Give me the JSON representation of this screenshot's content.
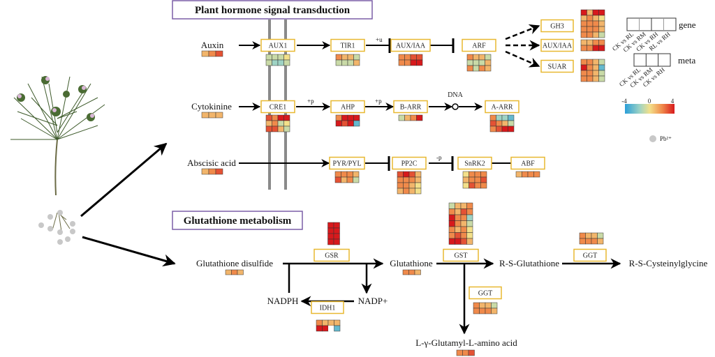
{
  "sections": {
    "hormone_title": "Plant hormone signal transduction",
    "glutathione_title": "Glutathione metabolism"
  },
  "colors": {
    "title_border": "#7b5ea7",
    "gene_box_border": "#e8b830",
    "membrane": "#8a8a8a",
    "arrow": "#000000",
    "pb_dot": "#c8c8c8",
    "scale_low": "#2b9fd8",
    "scale_mid": "#f3e08a",
    "scale_high": "#d7191c"
  },
  "hormone": {
    "auxin": {
      "ligand": "Auxin",
      "ligand_heat": [
        [
          1,
          2,
          3
        ]
      ],
      "genes": [
        {
          "id": "aux1",
          "label": "AUX1",
          "heat": [
            [
              -1,
              -1,
              -1,
              0
            ],
            [
              -1,
              -2,
              -2,
              -1
            ]
          ]
        },
        {
          "id": "tir1",
          "label": "TIR1",
          "heat": [
            [
              2,
              1,
              1,
              -1
            ],
            [
              -1,
              -1,
              -1,
              1
            ]
          ]
        },
        {
          "id": "auxiaa",
          "label": "AUX/IAA",
          "heat": [
            [
              2,
              2,
              3,
              3
            ],
            [
              2,
              2,
              4,
              4
            ]
          ]
        },
        {
          "id": "arf",
          "label": "ARF",
          "heat": [
            [
              2,
              1,
              1,
              -1
            ],
            [
              -1,
              -1,
              -1,
              1
            ],
            [
              2,
              -1,
              2,
              1
            ]
          ]
        }
      ],
      "targets": [
        {
          "id": "gh3",
          "label": "GH3",
          "heat": [
            [
              4,
              1,
              4,
              4
            ],
            [
              1,
              2,
              1,
              0
            ],
            [
              2,
              2,
              2,
              1
            ],
            [
              2,
              2,
              2,
              1
            ],
            [
              2,
              2,
              1,
              -1
            ]
          ]
        },
        {
          "id": "auxiaa2",
          "label": "AUX/IAA",
          "heat": [
            [
              1,
              1,
              2,
              2
            ],
            [
              2,
              2,
              4,
              4
            ]
          ]
        },
        {
          "id": "suar",
          "label": "SUAR",
          "heat": [
            [
              2,
              2,
              1,
              -1
            ],
            [
              4,
              2,
              1,
              -3
            ],
            [
              2,
              2,
              1,
              -1
            ],
            [
              2,
              2,
              1,
              -1
            ]
          ]
        }
      ],
      "modifier": "+u"
    },
    "cytokinine": {
      "ligand": "Cytokinine",
      "ligand_heat": [
        [
          1,
          1,
          1
        ]
      ],
      "genes": [
        {
          "id": "cre1",
          "label": "CRE1",
          "heat": [
            [
              3,
              2,
              4,
              4
            ],
            [
              1,
              2,
              -1,
              0
            ],
            [
              3,
              3,
              1,
              -1
            ]
          ]
        },
        {
          "id": "ahp",
          "label": "AHP",
          "heat": [
            [
              2,
              4,
              4,
              4
            ],
            [
              4,
              3,
              4,
              -3
            ]
          ]
        },
        {
          "id": "barr",
          "label": "B-ARR",
          "heat": [
            [
              -1,
              1,
              2,
              4
            ]
          ]
        },
        {
          "id": "aarr",
          "label": "A-ARR",
          "heat": [
            [
              2,
              -2,
              -2,
              -3
            ],
            [
              3,
              2,
              1,
              -1
            ],
            [
              2,
              3,
              4,
              4
            ]
          ]
        }
      ],
      "modifier1": "+p",
      "modifier2": "+p",
      "dna_label": "DNA"
    },
    "abscisic": {
      "ligand": "Abscisic acid",
      "ligand_heat": [
        [
          1,
          2,
          3
        ]
      ],
      "genes": [
        {
          "id": "pyr",
          "label": "PYR/PYL",
          "heat": [
            [
              2,
              2,
              2,
              1
            ],
            [
              3,
              1,
              2,
              -1
            ]
          ]
        },
        {
          "id": "pp2c",
          "label": "PP2C",
          "heat": [
            [
              3,
              4,
              3,
              1
            ],
            [
              2,
              2,
              2,
              1
            ],
            [
              2,
              2,
              1,
              0
            ],
            [
              1,
              2,
              1,
              0
            ]
          ]
        },
        {
          "id": "snrk2",
          "label": "SnRK2",
          "heat": [
            [
              0,
              2,
              2,
              2
            ],
            [
              1,
              2,
              2,
              3
            ],
            [
              0,
              3,
              2,
              2
            ]
          ]
        },
        {
          "id": "abf",
          "label": "ABF",
          "heat": [
            [
              1,
              2,
              2,
              2
            ]
          ]
        }
      ],
      "modifier": "-p"
    }
  },
  "glutathione": {
    "glutathione_disulfide": {
      "label": "Glutathione disulfide",
      "heat": [
        [
          1,
          2,
          1
        ]
      ]
    },
    "glutathione": {
      "label": "Glutathione",
      "heat": [
        [
          2,
          2,
          1
        ]
      ]
    },
    "rs_glutathione": {
      "label": "R-S-Glutathione"
    },
    "rs_cys": {
      "label": "R-S-Cysteinylglycine"
    },
    "nadph": {
      "label": "NADPH"
    },
    "nadp": {
      "label": "NADP+"
    },
    "lgamma": {
      "label": "L-γ-Glutamyl-L-amino acid",
      "heat": [
        [
          2,
          2,
          3
        ]
      ]
    },
    "gsr": {
      "label": "GSR",
      "heat": [
        [
          null,
          4,
          4
        ],
        [
          null,
          4,
          4
        ],
        [
          null,
          4,
          4
        ],
        [
          null,
          4,
          4
        ]
      ]
    },
    "gst": {
      "label": "GST",
      "heat": [
        [
          -1,
          1,
          1,
          2
        ],
        [
          2,
          1,
          3,
          2
        ],
        [
          4,
          2,
          2,
          -2
        ],
        [
          4,
          2,
          1,
          -1
        ],
        [
          2,
          1,
          2,
          0
        ],
        [
          2,
          3,
          2,
          0
        ],
        [
          4,
          4,
          3,
          1
        ]
      ]
    },
    "ggt1": {
      "label": "GGT",
      "heat": [
        [
          2,
          1,
          1,
          -1
        ],
        [
          2,
          2,
          2,
          1
        ]
      ]
    },
    "ggt2": {
      "label": "GGT",
      "heat": [
        [
          2,
          1,
          1,
          -1
        ],
        [
          2,
          2,
          2,
          1
        ]
      ]
    },
    "idh1": {
      "label": "IDH1",
      "heat": [
        [
          2,
          1,
          1,
          1
        ],
        [
          4,
          4,
          null,
          -3
        ]
      ]
    }
  },
  "legend": {
    "gene_label": "gene",
    "meta_label": "meta",
    "gene_columns": [
      "CK vs RL",
      "CK vs RM",
      "CK vs RH",
      "RL vs RH"
    ],
    "meta_columns": [
      "CK vs RL",
      "CK vs RM",
      "CK vs RH"
    ],
    "scale_min": "-4",
    "scale_mid": "0",
    "scale_max": "4",
    "pb_label": "Pb²⁺"
  }
}
